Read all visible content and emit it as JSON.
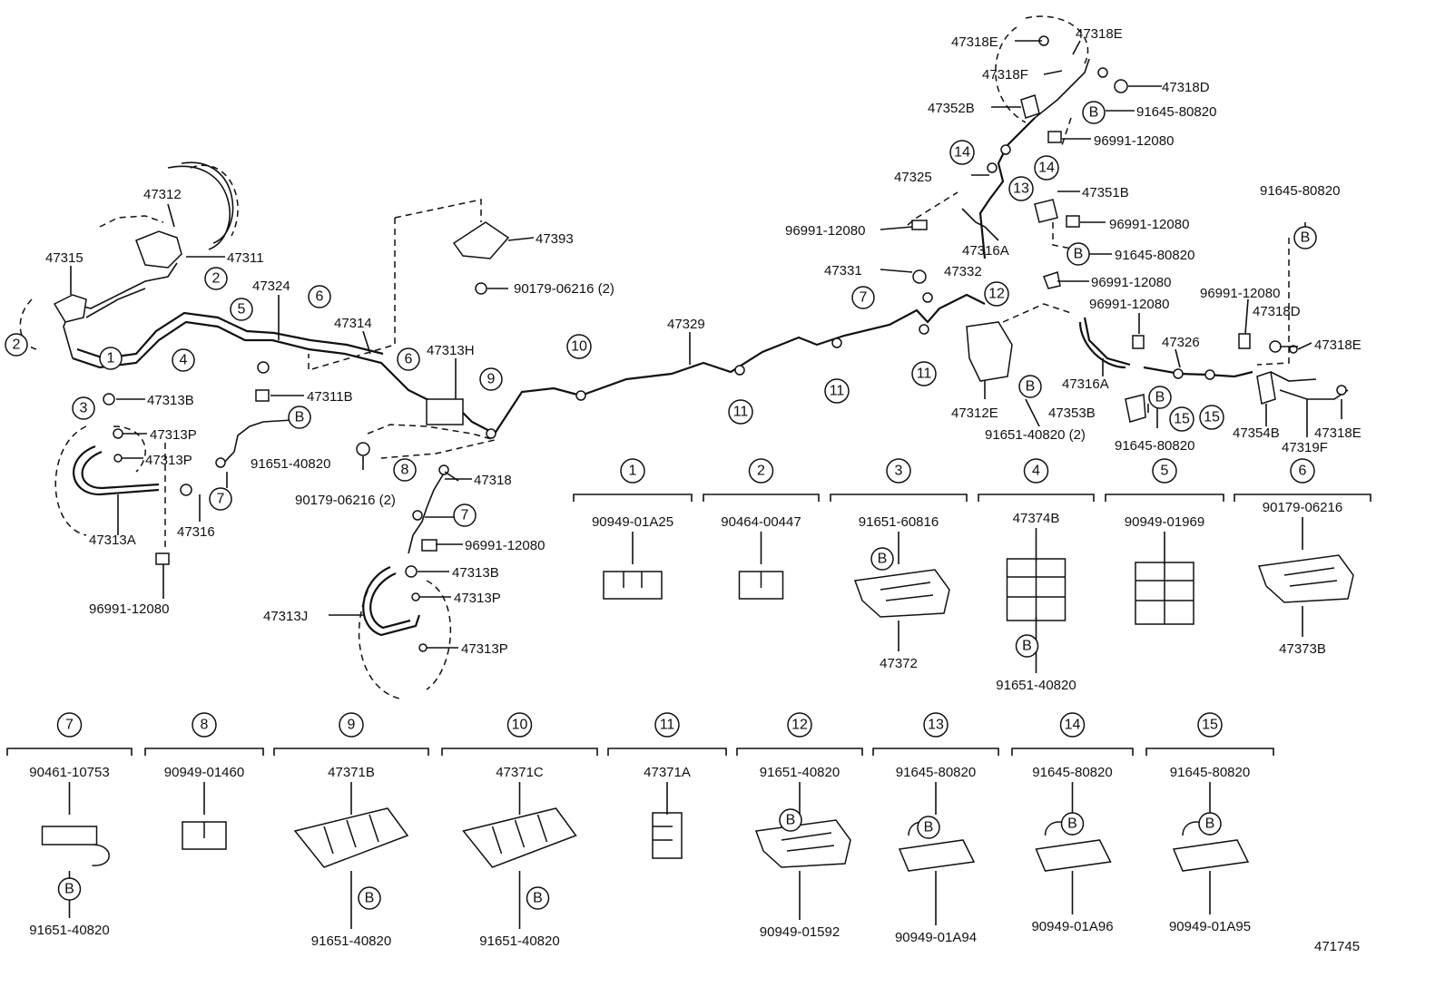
{
  "diagram_id": "471745",
  "bolt_marker": "B",
  "main_parts": {
    "p47318E_a": "47318E",
    "p47318E_b": "47318E",
    "p47318F": "47318F",
    "p47318D_top": "47318D",
    "p47352B": "47352B",
    "p91645_80820_top": "91645-80820",
    "p96991_12080_top": "96991-12080",
    "p47325": "47325",
    "p47351B": "47351B",
    "p96991_12080_mid1": "96991-12080",
    "p96991_12080_mid2": "96991-12080",
    "p91645_80820_mid": "91645-80820",
    "p47316A_top": "47316A",
    "p47331": "47331",
    "p47332": "47332",
    "p96991_12080_r1": "96991-12080",
    "p96991_12080_r2": "96991-12080",
    "p96991_12080_r3": "96991-12080",
    "p91645_80820_far": "91645-80820",
    "p47318D_right": "47318D",
    "p47318E_r1": "47318E",
    "p47318E_r2": "47318E",
    "p47326": "47326",
    "p47316A_low": "47316A",
    "p47353B": "47353B",
    "p47354B": "47354B",
    "p47319F": "47319F",
    "p91645_80820_low": "91645-80820",
    "p47312E": "47312E",
    "p91651_40820_2": "91651-40820 (2)",
    "p47329": "47329",
    "p47393": "47393",
    "p90179_06216_2a": "90179-06216 (2)",
    "p47312": "47312",
    "p47311": "47311",
    "p47315": "47315",
    "p47324": "47324",
    "p47314": "47314",
    "p47313H": "47313H",
    "p47311B": "47311B",
    "p47313B_top": "47313B",
    "p47313P_a": "47313P",
    "p47313P_b": "47313P",
    "p91651_40820_left": "91651-40820",
    "p90179_06216_2b": "90179-06216 (2)",
    "p47318": "47318",
    "p96991_12080_lower": "96991-12080",
    "p47313A": "47313A",
    "p47316": "47316",
    "p96991_12080_bl": "96991-12080",
    "p47313B_low": "47313B",
    "p47313J": "47313J",
    "p47313P_c": "47313P",
    "p47313P_d": "47313P"
  },
  "callouts_main": [
    "1",
    "2",
    "2",
    "3",
    "4",
    "5",
    "6",
    "6",
    "7",
    "7",
    "7",
    "8",
    "9",
    "10",
    "11",
    "11",
    "11",
    "12",
    "13",
    "14",
    "14",
    "15",
    "15"
  ],
  "detail_boxes": [
    {
      "index": "1",
      "top_part": "90949-01A25",
      "bottom_part": ""
    },
    {
      "index": "2",
      "top_part": "90464-00447",
      "bottom_part": ""
    },
    {
      "index": "3",
      "top_part": "91651-60816",
      "bottom_part": "47372"
    },
    {
      "index": "4",
      "top_part": "47374B",
      "bottom_part": "91651-40820"
    },
    {
      "index": "5",
      "top_part": "90949-01969",
      "bottom_part": ""
    },
    {
      "index": "6",
      "top_part": "90179-06216",
      "bottom_part": "47373B"
    },
    {
      "index": "7",
      "top_part": "90461-10753",
      "bottom_part": "91651-40820"
    },
    {
      "index": "8",
      "top_part": "90949-01460",
      "bottom_part": ""
    },
    {
      "index": "9",
      "top_part": "47371B",
      "bottom_part": "91651-40820"
    },
    {
      "index": "10",
      "top_part": "47371C",
      "bottom_part": "91651-40820"
    },
    {
      "index": "11",
      "top_part": "47371A",
      "bottom_part": ""
    },
    {
      "index": "12",
      "top_part": "91651-40820",
      "bottom_part": "90949-01592"
    },
    {
      "index": "13",
      "top_part": "91645-80820",
      "bottom_part": "90949-01A94"
    },
    {
      "index": "14",
      "top_part": "91645-80820",
      "bottom_part": "90949-01A96"
    },
    {
      "index": "15",
      "top_part": "91645-80820",
      "bottom_part": "90949-01A95"
    }
  ]
}
